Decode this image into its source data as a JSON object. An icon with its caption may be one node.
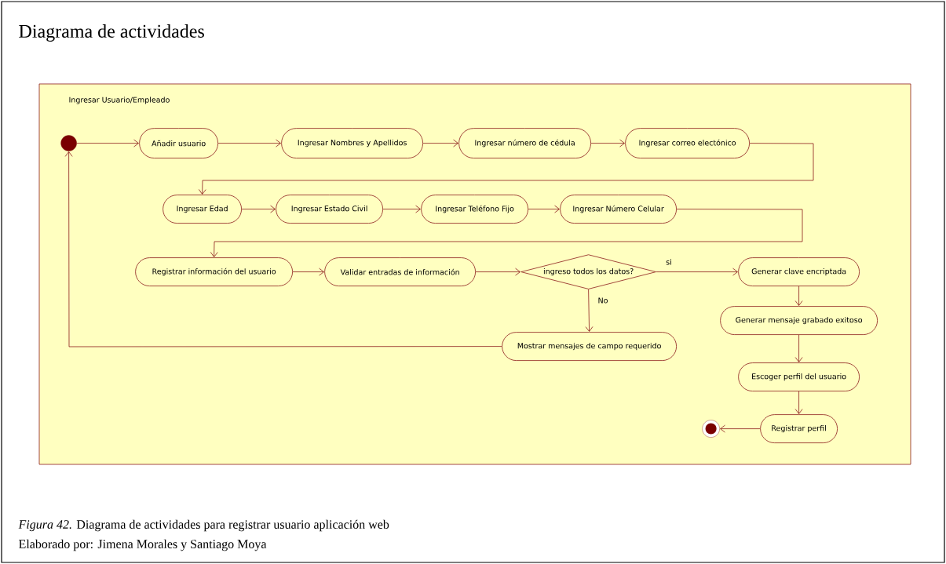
{
  "diagram": {
    "title": "Diagrama de actividades",
    "caption": "*Figura 42.* Diagrama de actividades para registrar usuario aplicación web",
    "nodes": [
      {
        "text": [
          "Ingresar Usuario/Empleado"
        ]
      },
      {
        "text": [],
        "shape": "circle",
        "in": 0
      },
      {
        "text": [
          "Añadir usuario"
        ],
        "in": 0
      },
      {
        "text": [
          "Ingresar Nombres y Apellidos"
        ],
        "in": 0
      },
      {
        "text": [
          "Ingresar número de cédula"
        ],
        "in": 0
      },
      {
        "text": [
          "Ingresar correo electónico"
        ],
        "in": 0
      },
      {
        "text": [
          "Ingresar Edad"
        ],
        "in": 0
      },
      {
        "text": [
          "Ingresar Estado Civil"
        ],
        "in": 0
      },
      {
        "text": [
          "Ingresar Teléfono Fijo"
        ],
        "in": 0
      },
      {
        "text": [
          "Ingresar Número Celular"
        ],
        "in": 0
      },
      {
        "text": [
          "Registrar información del usuario"
        ],
        "in": 0
      },
      {
        "text": [
          "Validar entradas de información"
        ],
        "in": 0
      },
      {
        "text": [
          "ingreso todos los datos?"
        ],
        "in": 0
      },
      {
        "text": [
          "Generar clave encriptada"
        ],
        "in": 0
      },
      {
        "text": [
          "Generar mensaje grabado exitoso"
        ],
        "in": 0
      },
      {
        "text": [
          "Escoger perfil del usuario"
        ],
        "in": 0
      },
      {
        "text": [
          "Registrar perfil"
        ],
        "in": 0
      },
      {
        "text": [],
        "shape": "bullseye",
        "in": 0
      },
      {
        "text": [
          "Mostrar mensajes de campo requerido"
        ],
        "in": 0
      }
    ],
    "edges": [
      {
        "from": 1,
        "to": 2,
        "arrow": "to"
      },
      {
        "from": 2,
        "to": 3,
        "arrow": "to"
      },
      {
        "from": 3,
        "to": 4,
        "arrow": "to"
      },
      {
        "from": 4,
        "to": 5,
        "arrow": "to"
      },
      {
        "from": 5,
        "to": 6,
        "arrow": "to"
      },
      {
        "from": 6,
        "to": 7,
        "arrow": "to"
      },
      {
        "from": 7,
        "to": 8,
        "arrow": "to"
      },
      {
        "from": 8,
        "to": 9,
        "arrow": "to"
      },
      {
        "from": 9,
        "to": 10,
        "arrow": "to"
      },
      {
        "from": 10,
        "to": 11,
        "arrow": "to"
      },
      {
        "from": 11,
        "to": 12,
        "arrow": "to"
      },
      {
        "from": 12,
        "to": 13,
        "arrow": "to",
        "label": "si"
      },
      {
        "from": 12,
        "to": 18,
        "arrow": "to",
        "label": "No"
      },
      {
        "from": 13,
        "to": 14,
        "arrow": "to"
      },
      {
        "from": 14,
        "to": 15,
        "arrow": "to"
      },
      {
        "from": 15,
        "to": 16,
        "arrow": "to"
      },
      {
        "from": 16,
        "to": 17,
        "arrow": "to"
      },
      {
        "from": 18,
        "to": 1,
        "arrow": "to"
      }
    ],
    "labels": [
      "Elaborado por: Jimena Morales y Santiago Moya"
    ]
  }
}
